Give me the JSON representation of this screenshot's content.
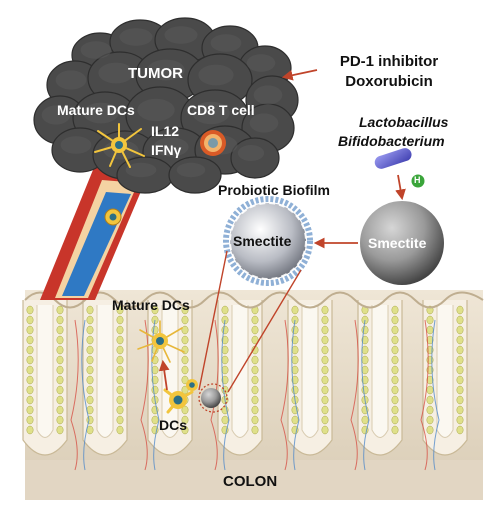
{
  "labels": {
    "tumor": "TUMOR",
    "mature_dcs_tumor": "Mature DCs",
    "cd8_t_cell": "CD8 T cell",
    "il12": "IL12",
    "ifng": "IFNγ",
    "pd1_inhibitor": "PD-1 inhibitor",
    "doxorubicin": "Doxorubicin",
    "lactobacillus": "Lactobacillus",
    "bifidobacterium": "Bifidobacterium",
    "h_badge": "H",
    "probiotic_biofilm": "Probiotic Biofilm",
    "smectite_coated": "Smectite",
    "smectite_bare": "Smectite",
    "mature_dcs_colon": "Mature DCs",
    "dcs": "DCs",
    "colon": "COLON"
  },
  "colors": {
    "tumor_fill": "#4a4a4a",
    "arrow": "#c0442a",
    "vessel_red": "#c8352a",
    "vessel_blue": "#2f79c4",
    "dc_yellow": "#f2c53d",
    "probiotic_blue": "#6a6ad8",
    "h_green": "#3aa53a",
    "tissue": "#e6d9c4"
  }
}
